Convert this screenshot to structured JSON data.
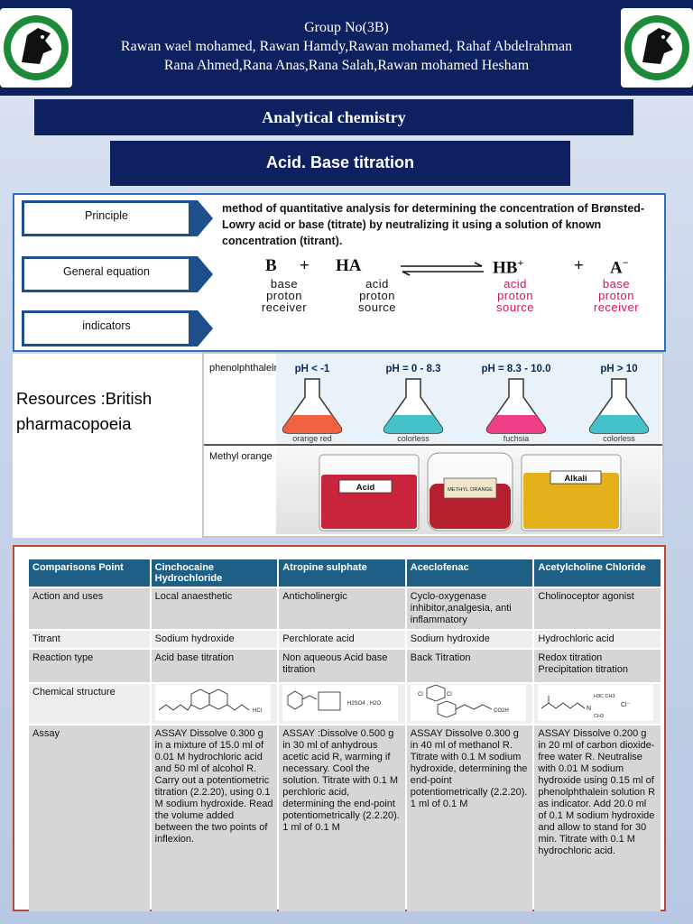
{
  "header": {
    "group": "Group No(3B)",
    "members_line1": "Rawan wael mohamed, Rawan Hamdy,Rawan mohamed, Rahaf Abdelrahman",
    "members_line2": "Rana Ahmed,Rana Anas,Rana Salah,Rawan mohamed Hesham"
  },
  "titles": {
    "subject": "Analytical chemistry",
    "topic": "Acid. Base titration"
  },
  "principle": {
    "labels": [
      "Principle",
      "General equation",
      "indicators"
    ],
    "text": "method of quantitative analysis for determining the concentration of Brønsted-Lowry acid or base (titrate) by neutralizing it using a solution of known concentration (titrant)."
  },
  "equation": {
    "b": "B",
    "plus1": "+",
    "ha": "HA",
    "hb": "HB",
    "hb_charge": "+",
    "plus2": "+",
    "a": "A",
    "a_charge": "−",
    "terms": [
      {
        "line1": "base",
        "line2": "proton",
        "line3": "receiver"
      },
      {
        "line1": "acid",
        "line2": "proton",
        "line3": "source"
      },
      {
        "line1": "acid",
        "line2": "proton",
        "line3": "source"
      },
      {
        "line1": "base",
        "line2": "proton",
        "line3": "receiver"
      }
    ]
  },
  "resources": "Resources  :British pharmacopoeia",
  "indicators": {
    "phenolphthalein_label": "phenolphthalein",
    "methyl_orange_label": "Methyl orange",
    "flasks": [
      {
        "ph": "pH < -1",
        "color_name": "orange red",
        "color": "#f0613f"
      },
      {
        "ph": "pH = 0 - 8.3",
        "color_name": "colorless",
        "color": "#45c2c9"
      },
      {
        "ph": "pH = 8.3 - 10.0",
        "color_name": "fuchsia",
        "color": "#ee3f86"
      },
      {
        "ph": "pH > 10",
        "color_name": "colorless",
        "color": "#45c2c9"
      }
    ],
    "beakers": [
      {
        "label": "Acid",
        "color": "#c8243c"
      },
      {
        "label": "METHYL ORANGE",
        "color": "#b61f2e"
      },
      {
        "label": "Alkali",
        "color": "#e3b21a"
      }
    ]
  },
  "table": {
    "headers": [
      "Comparisons Point",
      "Cinchocaine Hydrochloride",
      "Atropine sulphate",
      "Aceclofenac",
      "Acetylcholine Chloride"
    ],
    "rows": [
      {
        "cells": [
          "Action and uses",
          "Local anaesthetic",
          "Anticholinergic",
          "Cyclo-oxygenase inhibitor,analgesia, anti inflammatory",
          "Cholinoceptor agonist"
        ]
      },
      {
        "cells": [
          "Titrant",
          "Sodium  hydroxide",
          "Perchlorate acid",
          "Sodium hydroxide",
          "Hydrochloric  acid"
        ]
      },
      {
        "cells": [
          "Reaction type",
          "Acid base titration",
          "Non aqueous  Acid base titration",
          "Back Titration",
          "Redox titration Precipitation titration"
        ]
      },
      {
        "cells": [
          "Chemical  structure"
        ]
      },
      {
        "cells": [
          "Assay",
          "ASSAY Dissolve 0.300 g in a mixture of 15.0 ml of 0.01 M hydrochloric acid and 50 ml of alcohol R. Carry out a potentiometric titration (2.2.20), using 0.1 M sodium hydroxide. Read the volume added between the two points of inflexion.",
          "ASSAY :Dissolve 0.500 g in 30 ml of anhydrous acetic acid R, warming if necessary. Cool the solution. Titrate with 0.1 M perchloric acid, determining the end-point potentiometrically (2.2.20). 1 ml of 0.1 M",
          "ASSAY Dissolve 0.300 g in 40 ml of methanol R. Titrate with 0.1 M sodium hydroxide, determining the end-point potentiometrically (2.2.20). 1 ml of 0.1 M",
          "ASSAY Dissolve 0.200 g in 20 ml of carbon dioxide-free water R. Neutralise with 0.01 M sodium hydroxide using 0.15 ml of phenolphthalein solution R as indicator. Add 20.0 ml of 0.1 M sodium hydroxide and allow to stand for 30 min. Titrate with 0.1 M hydrochloric acid."
        ]
      }
    ],
    "structure_texts": {
      "atropine": "H2SO4 , H2O",
      "acetylcholine": "Cl⁻"
    }
  }
}
